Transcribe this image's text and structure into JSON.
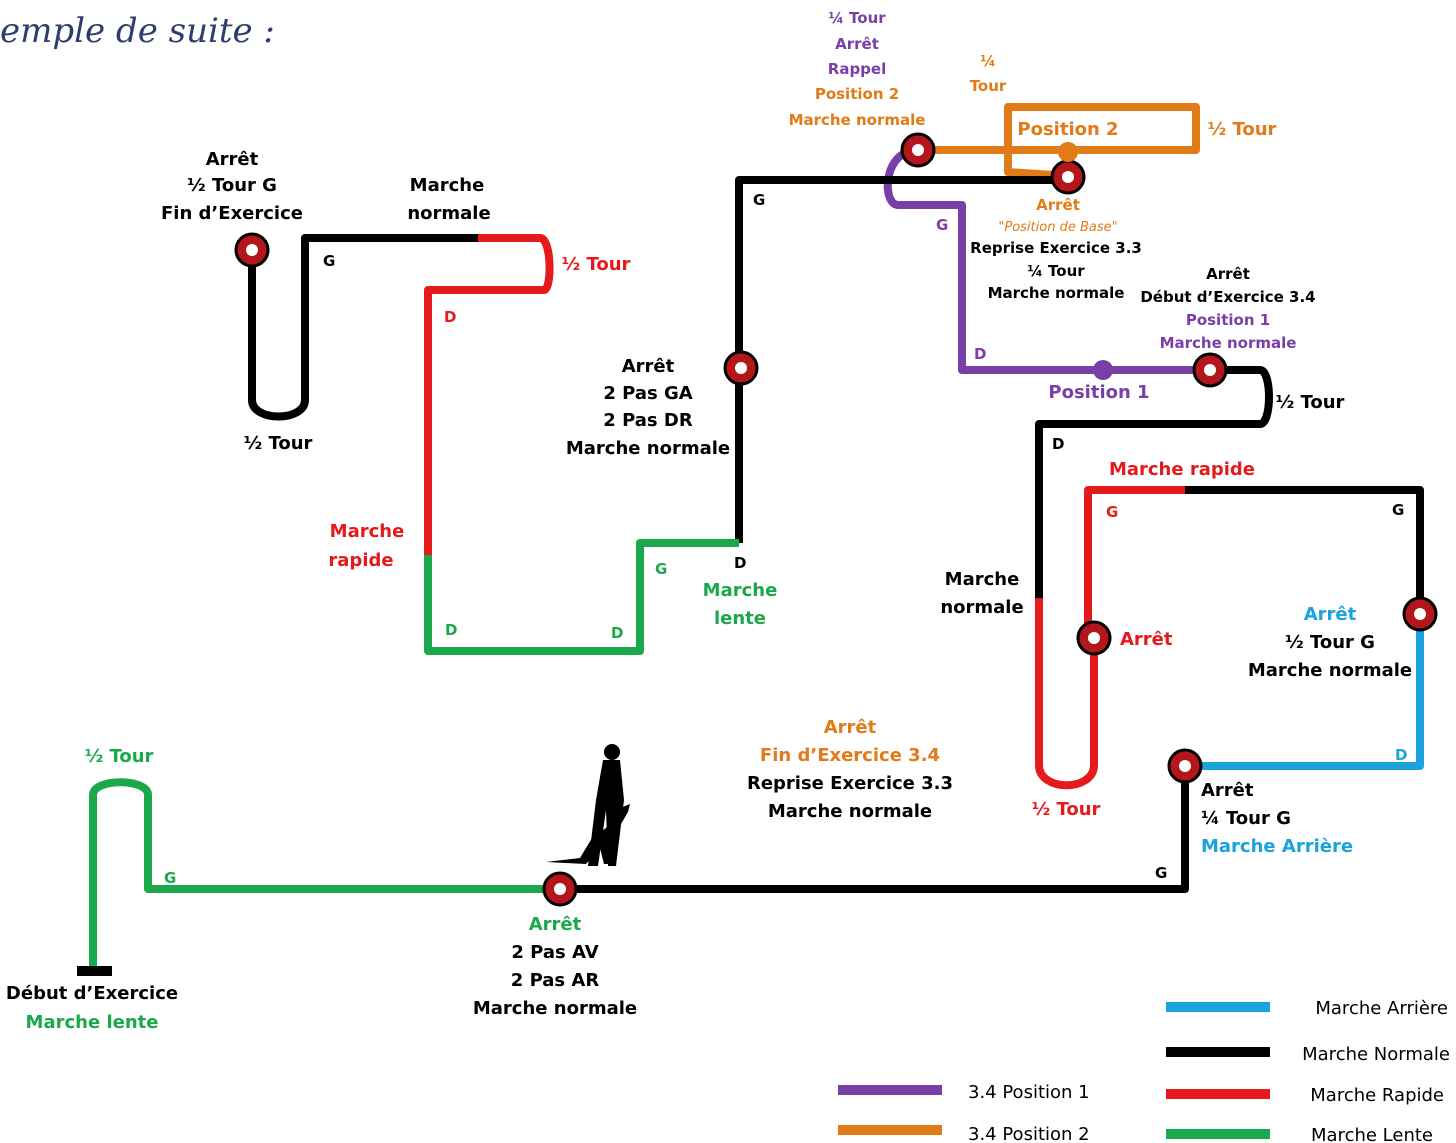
{
  "colors": {
    "normale": "#000000",
    "rapide": "#e41a1c",
    "lente": "#1aa84b",
    "arriere": "#1aa3dd",
    "pos1": "#7a3fa6",
    "pos2": "#e07b17",
    "stop": "#b3161b"
  },
  "title": "emple de suite :",
  "start": {
    "line1": "Début d’Exercice",
    "line2": "Marche lente"
  },
  "turn_green": "½ Tour",
  "side_labels": {
    "g_bottom_left": "G",
    "d_green_1": "D",
    "d_green_2": "D",
    "g_green_step": "G",
    "d_black_col": "D",
    "d_red_top": "D",
    "g_top_left": "G",
    "g_top_mid": "G",
    "g_purple": "G",
    "d_purple": "D",
    "d_right_block": "D",
    "g_red_inner": "G",
    "g_right_corner": "G",
    "d_blue": "D",
    "g_bottom_right": "G"
  },
  "stop_bottom": {
    "l1": "Arrêt",
    "l2": "2 Pas AV",
    "l3": "2 Pas AR",
    "l4": "Marche normale"
  },
  "bottom_center": {
    "l1": "Arrêt",
    "l2": "Fin d’Exercice 3.4",
    "l3": "Reprise Exercice 3.3",
    "l4": "Marche normale"
  },
  "stop_bottom_right": {
    "l1": "Arrêt",
    "l2": "¼ Tour G",
    "l3": "Marche Arrière"
  },
  "red_uturn_bottom": "½ Tour",
  "arret_inner": "Arrêt",
  "stop_right": {
    "l1": "Arrêt",
    "l2": "½ Tour G",
    "l3": "Marche normale"
  },
  "marche_normale_right": {
    "l1": "Marche",
    "l2": "normale"
  },
  "marche_rapide_right": "Marche rapide",
  "marche_lente_mid": {
    "l1": "Marche",
    "l2": "lente"
  },
  "marche_rapide_left": {
    "l1": "Marche",
    "l2": "rapide"
  },
  "stop_mid": {
    "l1": "Arrêt",
    "l2": "2 Pas GA",
    "l3": "2 Pas DR",
    "l4": "Marche normale"
  },
  "top_left": {
    "l1": "Arrêt",
    "l2": "½ Tour G",
    "l3": "Fin d’Exercice"
  },
  "turn_top_left": "½ Tour",
  "marche_normale_top": {
    "l1": "Marche",
    "l2": "normale"
  },
  "turn_red_top": "½ Tour",
  "top_stack": {
    "l1": "¼ Tour",
    "l2": "Arrêt",
    "l3": "Rappel",
    "l4": "Position 2",
    "l5": "Marche normale"
  },
  "quarter_tour": {
    "l1": "¼",
    "l2": "Tour"
  },
  "position2_label": "Position 2",
  "turn_orange": "½ Tour",
  "base": {
    "l1": "Arrêt",
    "l2": "\"Position de Base\"",
    "l3": "Reprise Exercice 3.3",
    "l4": "¼ Tour",
    "l5": "Marche normale"
  },
  "stop_pos1": {
    "l1": "Arrêt",
    "l2": "Début d’Exercice 3.4",
    "l3": "Position 1",
    "l4": "Marche normale"
  },
  "position1_label": "Position 1",
  "turn_right": "½ Tour",
  "legend": [
    {
      "label": "Marche Arrière",
      "color": "#1aa3dd"
    },
    {
      "label": "Marche Normale",
      "color": "#000000"
    },
    {
      "label": "Marche Rapide",
      "color": "#e41a1c"
    },
    {
      "label": "Marche Lente",
      "color": "#1aa84b"
    },
    {
      "label": "3.4 Position 1",
      "color": "#7a3fa6"
    },
    {
      "label": "3.4 Position 2",
      "color": "#e07b17"
    }
  ]
}
